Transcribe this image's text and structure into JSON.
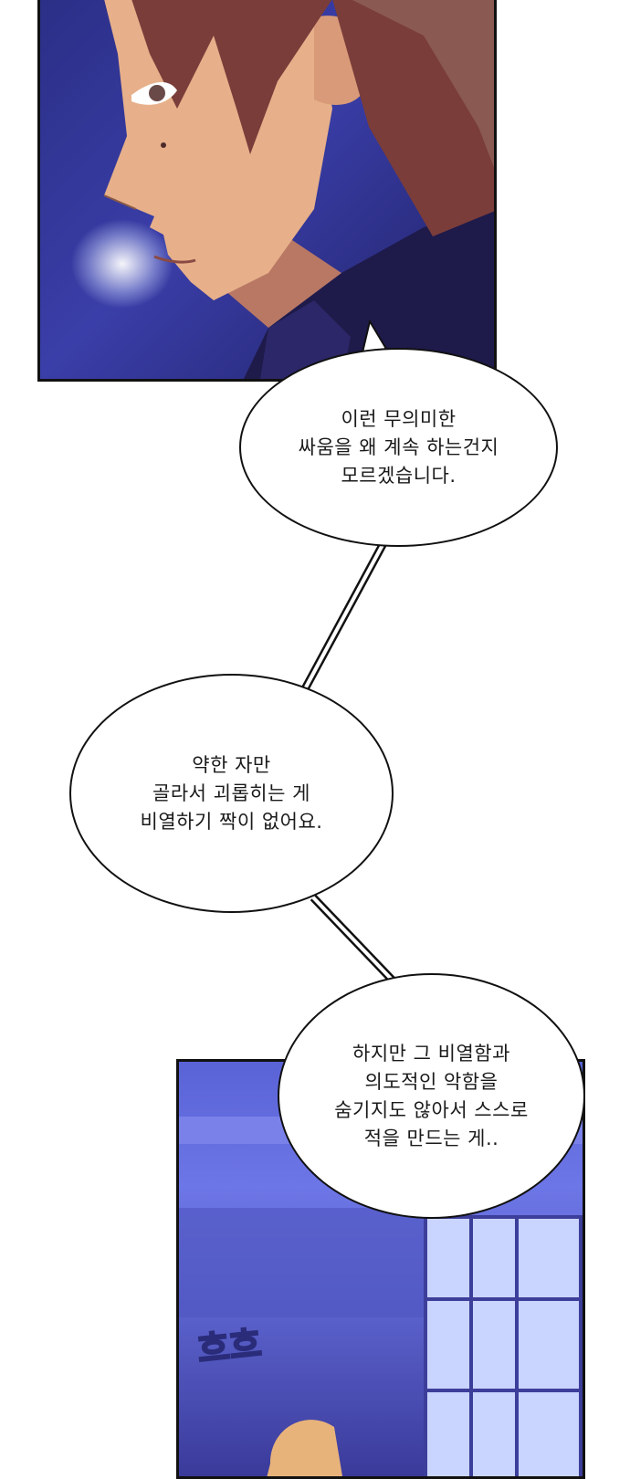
{
  "bubbles": {
    "b1": "이런 무의미한\n싸움을 왜 계속 하는건지\n모르겠습니다.",
    "b2": "약한 자만\n골라서 괴롭히는 게\n비열하기 짝이 없어요.",
    "b3": "하지만 그 비열함과\n의도적인 악함을\n숨기지도 않아서 스스로\n적을 만드는 게.."
  },
  "sfx": {
    "text": "흐흐"
  },
  "colors": {
    "panel_top_bg": "#2b2f86",
    "panel_bottom_bg": "#5a63d6",
    "bubble_border": "#111111",
    "hair": "#7a3d3a",
    "skin": "#e7b08a"
  }
}
